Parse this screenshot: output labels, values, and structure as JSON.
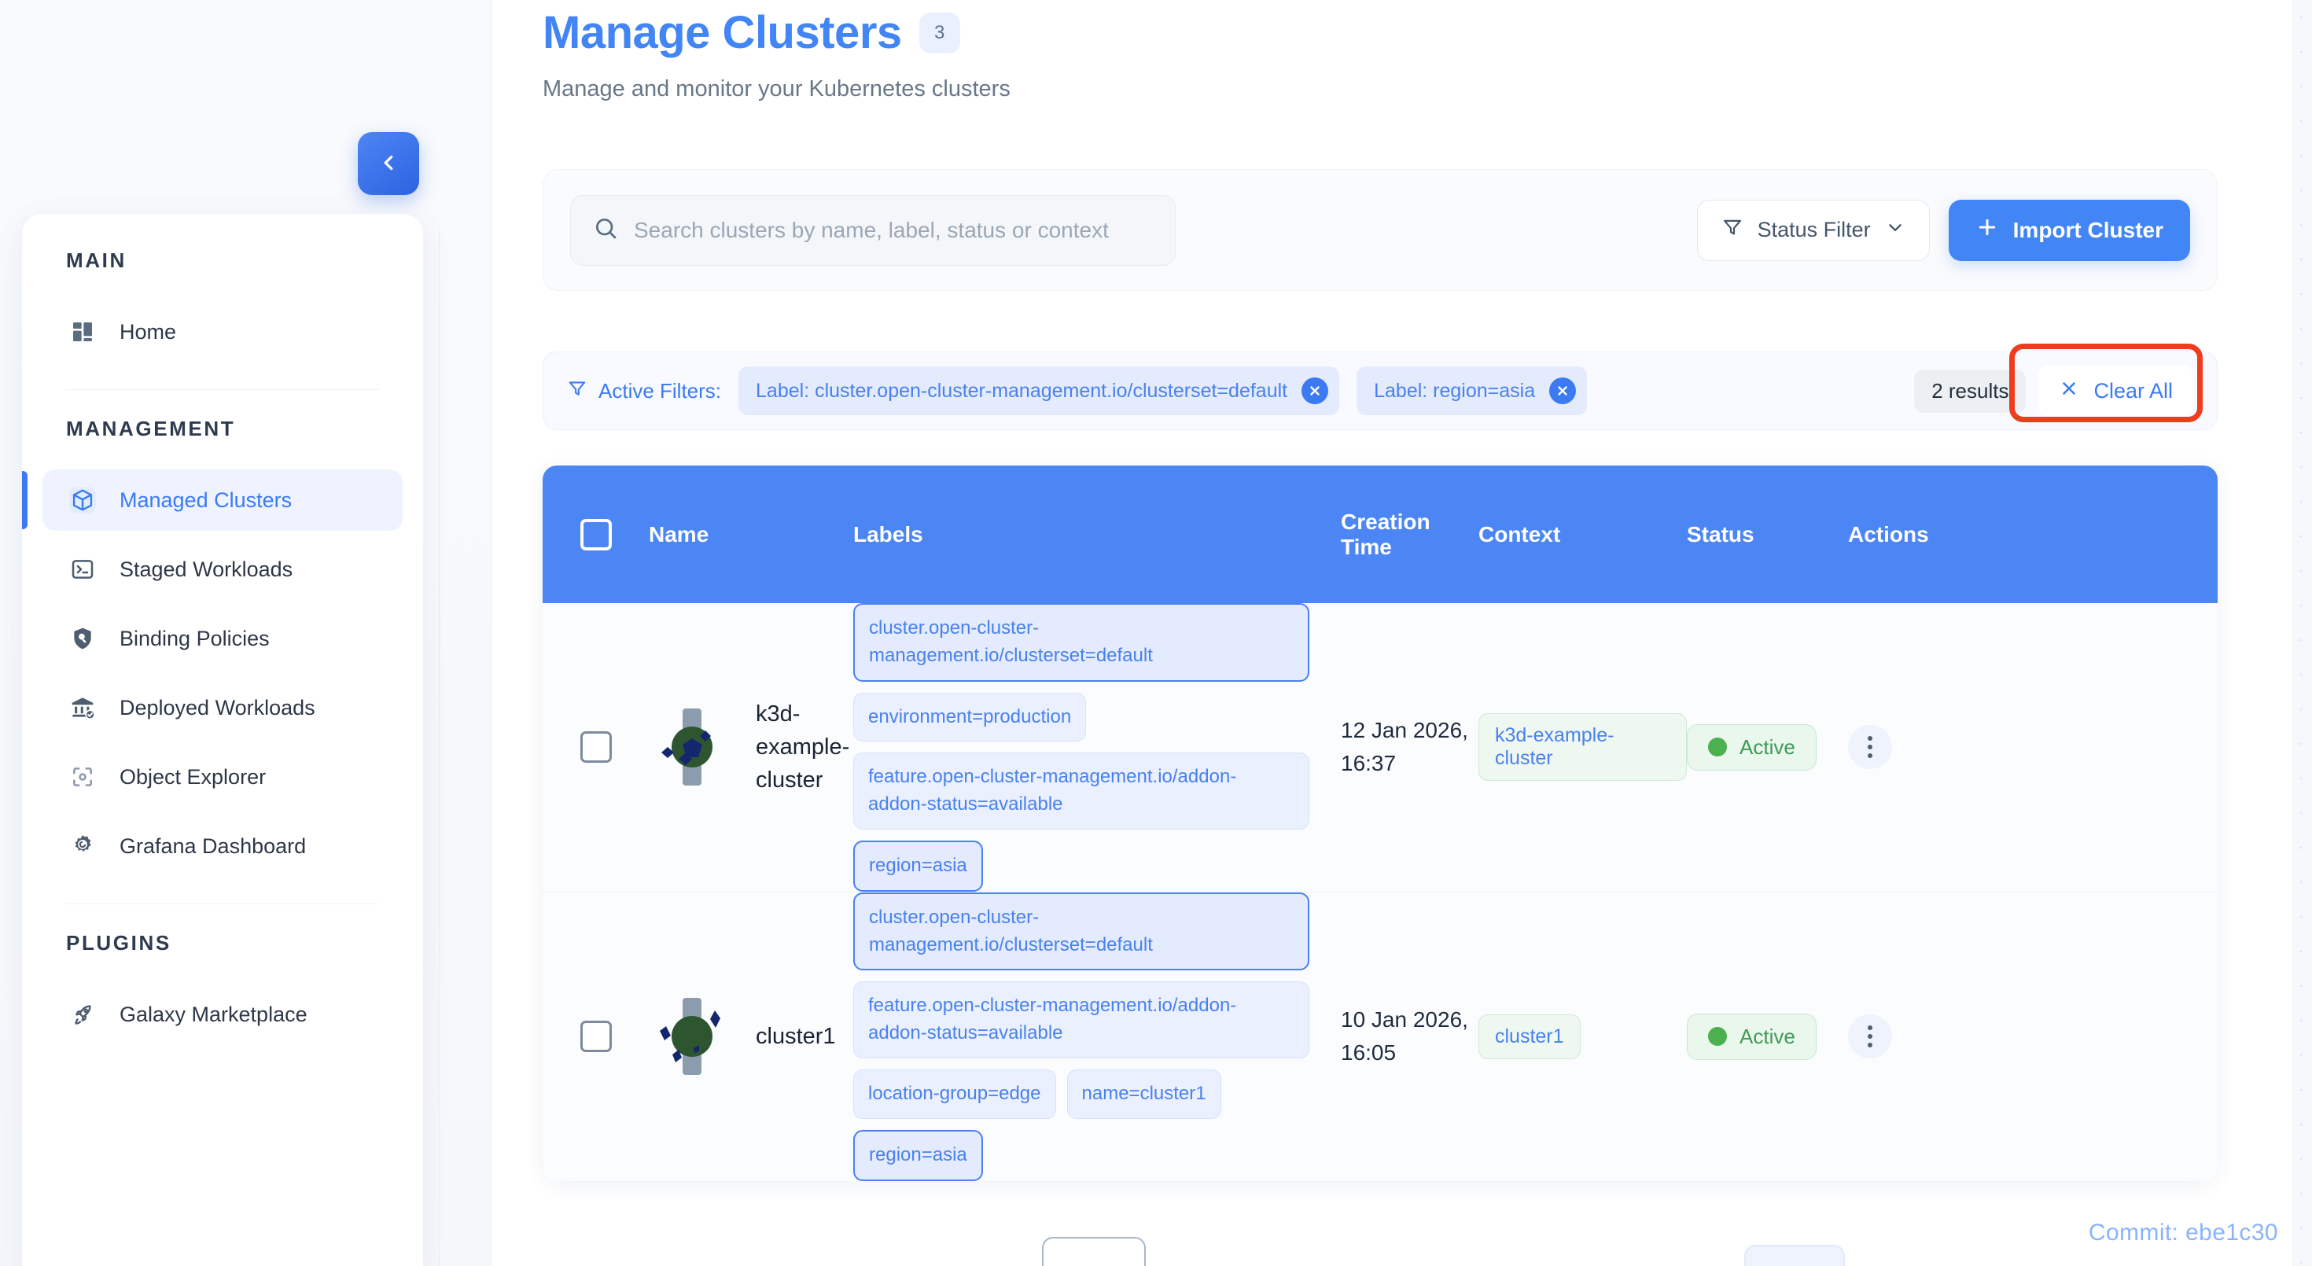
{
  "sidebar": {
    "collapse_icon": "chevron-left-icon",
    "sections": [
      {
        "title": "MAIN",
        "items": [
          {
            "label": "Home",
            "icon": "dashboard-grid-icon",
            "active": false
          }
        ]
      },
      {
        "title": "MANAGEMENT",
        "items": [
          {
            "label": "Managed Clusters",
            "icon": "cube-icon",
            "active": true
          },
          {
            "label": "Staged Workloads",
            "icon": "terminal-icon",
            "active": false
          },
          {
            "label": "Binding Policies",
            "icon": "shield-search-icon",
            "active": false
          },
          {
            "label": "Deployed Workloads",
            "icon": "bank-check-icon",
            "active": false
          },
          {
            "label": "Object Explorer",
            "icon": "focus-target-icon",
            "active": false
          },
          {
            "label": "Grafana Dashboard",
            "icon": "grafana-icon",
            "active": false
          }
        ]
      },
      {
        "title": "PLUGINS",
        "items": [
          {
            "label": "Galaxy Marketplace",
            "icon": "rocket-icon",
            "active": false
          }
        ]
      }
    ]
  },
  "header": {
    "title": "Manage Clusters",
    "badge": "3",
    "subtitle": "Manage and monitor your Kubernetes clusters"
  },
  "toolbar": {
    "search_placeholder": "Search clusters by name, label, status or context",
    "search_value": "",
    "status_filter_label": "Status Filter",
    "import_label": "Import Cluster",
    "import_plus": "+"
  },
  "filters": {
    "label": "Active Filters:",
    "chips": [
      "Label: cluster.open-cluster-management.io/clusterset=default",
      "Label: region=asia"
    ],
    "results": "2 results",
    "clear_all": "Clear All"
  },
  "table": {
    "columns": [
      "Name",
      "Labels",
      "Creation Time",
      "Context",
      "Status",
      "Actions"
    ],
    "col_creation_line1": "Creation",
    "col_creation_line2": "Time",
    "rows": [
      {
        "name": "k3d-example-cluster",
        "labels": [
          {
            "text": "cluster.open-cluster-management.io/clusterset=default",
            "matched": true,
            "wide": true
          },
          {
            "text": "environment=production",
            "matched": false,
            "wide": false
          },
          {
            "text": "feature.open-cluster-management.io/addon-addon-status=available",
            "matched": false,
            "wide": true
          },
          {
            "text": "region=asia",
            "matched": true,
            "wide": false
          }
        ],
        "creation_time": "12 Jan 2026, 16:37",
        "context": "k3d-example-cluster",
        "status": "Active"
      },
      {
        "name": "cluster1",
        "labels": [
          {
            "text": "cluster.open-cluster-management.io/clusterset=default",
            "matched": true,
            "wide": true
          },
          {
            "text": "feature.open-cluster-management.io/addon-addon-status=available",
            "matched": false,
            "wide": true
          },
          {
            "text": "location-group=edge",
            "matched": false,
            "wide": false
          },
          {
            "text": "name=cluster1",
            "matched": false,
            "wide": false
          },
          {
            "text": "region=asia",
            "matched": true,
            "wide": false
          }
        ],
        "creation_time": "10 Jan 2026, 16:05",
        "context": "cluster1",
        "status": "Active"
      }
    ]
  },
  "footer": {
    "commit": "Commit: ebe1c30"
  },
  "colors": {
    "accent": "#4285f4",
    "header_blue": "#4c86f5",
    "status_green": "#4caf50",
    "highlight_red": "#ef3b1e"
  }
}
